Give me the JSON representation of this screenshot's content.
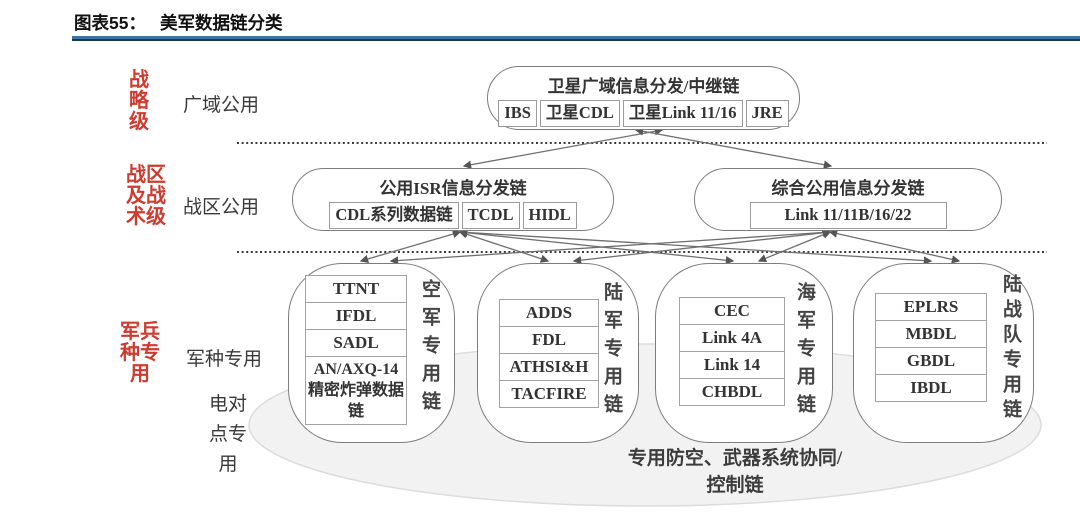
{
  "header": {
    "figure_label": "图表55：",
    "title": "美军数据链分类"
  },
  "row_labels": {
    "strategic_level": "战略级",
    "strategic_scope": "广域公用",
    "theater_level": "战区及战术级",
    "theater_scope": "战区公用",
    "service_level": "军兵种专用",
    "service_scope": "军种专用",
    "p2p_scope": "电对点专用"
  },
  "nodes": {
    "satellite": {
      "title": "卫星广域信息分发/中继链",
      "items": [
        "IBS",
        "卫星CDL",
        "卫星Link 11/16",
        "JRE"
      ]
    },
    "isr": {
      "title": "公用ISR信息分发链",
      "items": [
        "CDL系列数据链",
        "TCDL",
        "HIDL"
      ]
    },
    "integrated": {
      "title": "综合公用信息分发链",
      "items": [
        "Link 11/11B/16/22"
      ]
    },
    "air_force": {
      "side_label": "空军专用链",
      "items": [
        "TTNT",
        "IFDL",
        "SADL",
        "AN/AXQ-14精密炸弹数据链"
      ]
    },
    "army": {
      "side_label": "陆军专用链",
      "items": [
        "ADDS",
        "FDL",
        "ATHSI&H",
        "TACFIRE"
      ]
    },
    "navy": {
      "side_label": "海军专用链",
      "items": [
        "CEC",
        "Link 4A",
        "Link 14",
        "CHBDL"
      ]
    },
    "marines": {
      "side_label": "陆战队专用链",
      "items": [
        "EPLRS",
        "MBDL",
        "GBDL",
        "IBDL"
      ]
    }
  },
  "footer_ellipse": {
    "line1": "专用防空、武器系统协同/",
    "line2": "控制链"
  },
  "colors": {
    "accent_red": "#d03a2e",
    "rule_blue": "#16395c",
    "border_gray": "#7d7d7d",
    "connector_gray": "#6f6f6f"
  }
}
